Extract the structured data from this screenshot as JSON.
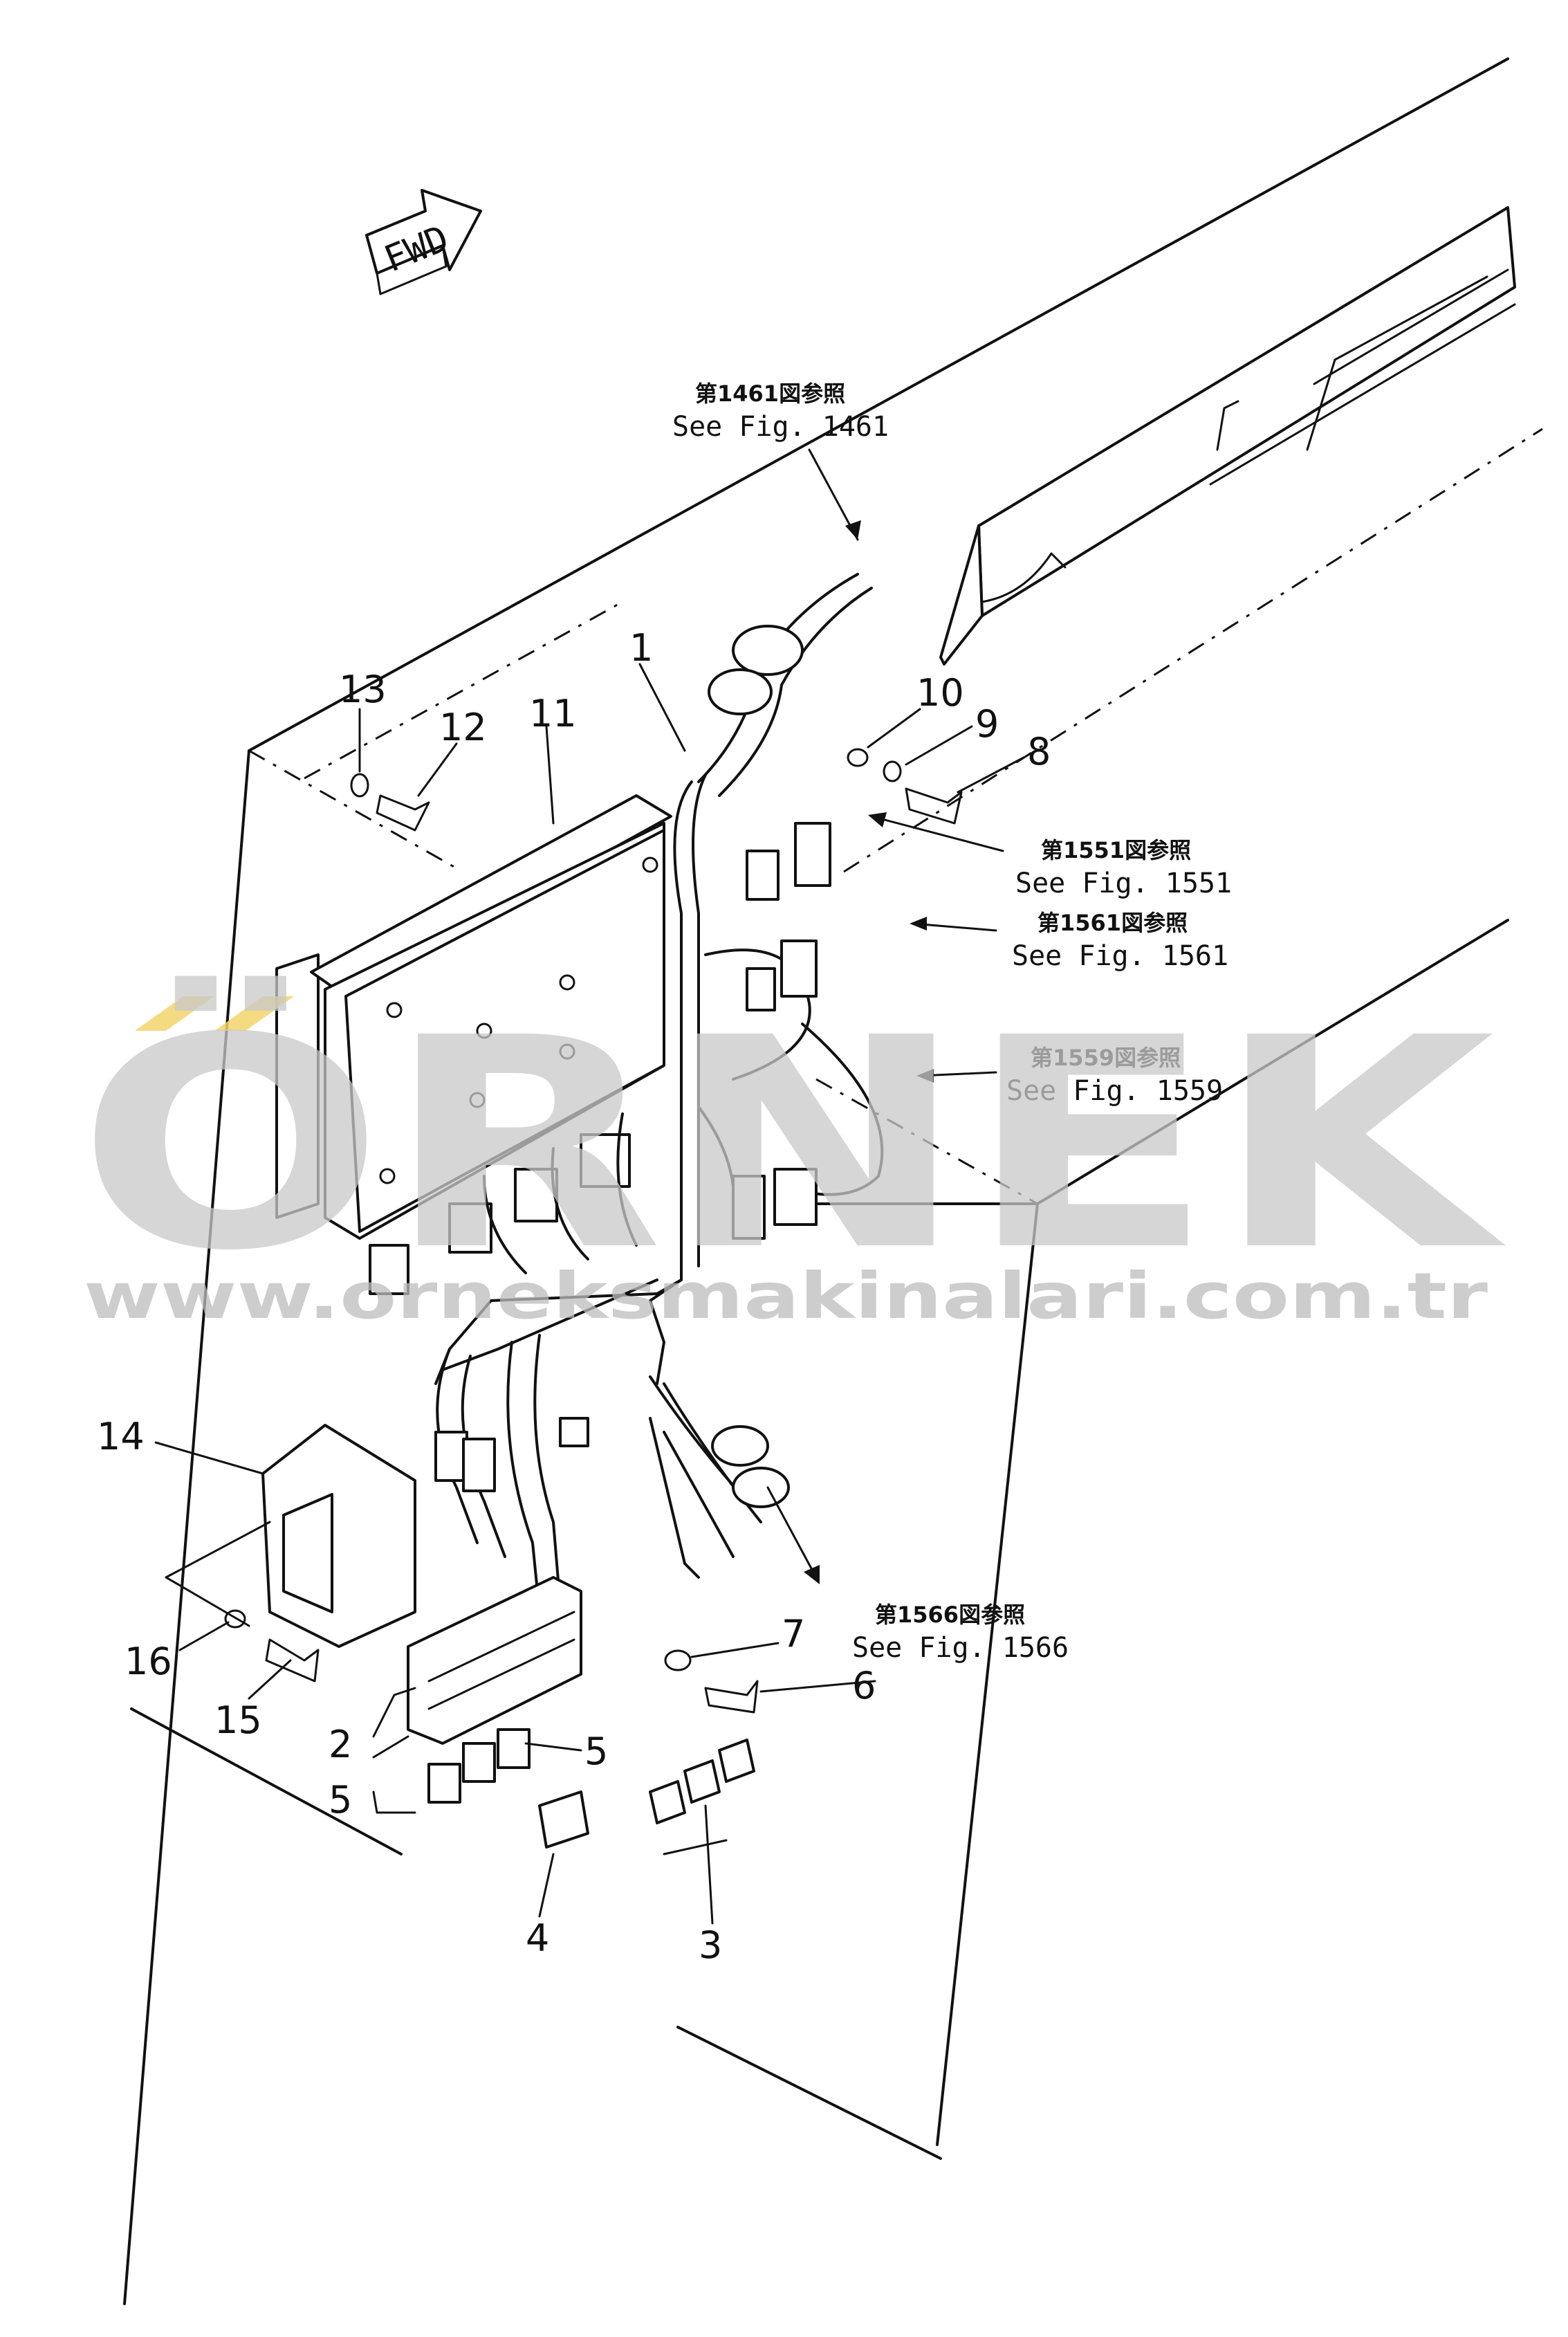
{
  "orientation": {
    "label": "FWD"
  },
  "callouts": [
    {
      "id": "ref-1461",
      "ja": "第1461図参照",
      "en": "See Fig. 1461"
    },
    {
      "id": "ref-1551",
      "ja": "第1551図参照",
      "en": "See Fig. 1551"
    },
    {
      "id": "ref-1561",
      "ja": "第1561図参照",
      "en": "See Fig. 1561"
    },
    {
      "id": "ref-1559",
      "ja": "第1559図参照",
      "en": "See Fig. 1559"
    },
    {
      "id": "ref-1566",
      "ja": "第1566図参照",
      "en": "See Fig. 1566"
    }
  ],
  "part_numbers": [
    "1",
    "2",
    "3",
    "4",
    "5",
    "5",
    "6",
    "7",
    "8",
    "9",
    "10",
    "11",
    "12",
    "13",
    "14",
    "15",
    "16"
  ],
  "watermark": {
    "brand": "ÖRNEK",
    "url": "www.orneksmakinalari.com.tr",
    "accent_color": "#f2d36b"
  }
}
